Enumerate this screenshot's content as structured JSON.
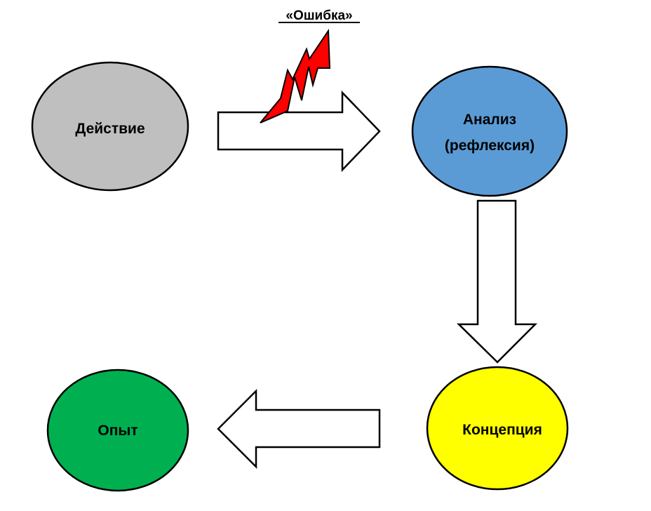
{
  "diagram": {
    "error_label": "«Ошибка»",
    "nodes": {
      "action": {
        "label": "Действие",
        "color": "#bfbfbf"
      },
      "analysis": {
        "label_line1": "Анализ",
        "label_line2": "(рефлексия)",
        "color": "#5b9bd5"
      },
      "concept": {
        "label": "Концепция",
        "color": "#ffff00"
      },
      "experience": {
        "label": "Опыт",
        "color": "#00b050"
      }
    },
    "lightning_color": "#ff0000",
    "arrow_fill": "#ffffff",
    "stroke_color": "#000000"
  }
}
